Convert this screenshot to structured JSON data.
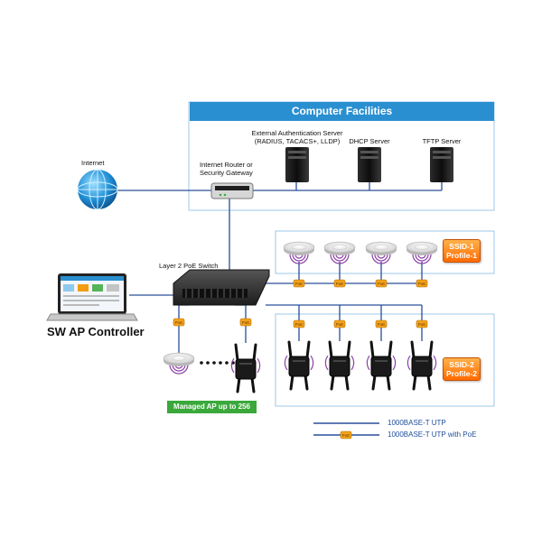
{
  "header": {
    "title": "Computer Facilities"
  },
  "labels": {
    "internet": "Internet",
    "router_line1": "Internet Router or",
    "router_line2": "Security Gateway",
    "auth_line1": "External Authentication Server",
    "auth_line2": "(RADIUS, TACACS+, LLDP)",
    "dhcp": "DHCP Server",
    "tftp": "TFTP Server",
    "switch": "Layer 2 PoE Switch",
    "controller": "SW AP Controller",
    "managed": "Managed AP up to 256",
    "poe_badge": "PoE"
  },
  "ssids": [
    {
      "line1": "SSID-1",
      "line2": "Profile-1"
    },
    {
      "line1": "SSID-2",
      "line2": "Profile-2"
    }
  ],
  "legend": [
    {
      "label": "1000BASE-T UTP",
      "poe": false
    },
    {
      "label": "1000BASE-T UTP with PoE",
      "poe": true
    }
  ],
  "colors": {
    "accent": "#2a8fd0",
    "line": "#2a4f9a",
    "box_border": "#9cc7e8",
    "ssid": "#ff7a10",
    "managed": "#3aa83a",
    "poe_badge": "#f3a21b",
    "wifi": "#8b3ea6"
  },
  "icons": {
    "internet": "globe-icon",
    "router": "router-icon",
    "server": "server-icon",
    "switch": "switch-icon",
    "laptop": "laptop-icon",
    "ceiling_ap": "ceiling-ap-icon",
    "wall_ap": "wall-ap-icon"
  }
}
